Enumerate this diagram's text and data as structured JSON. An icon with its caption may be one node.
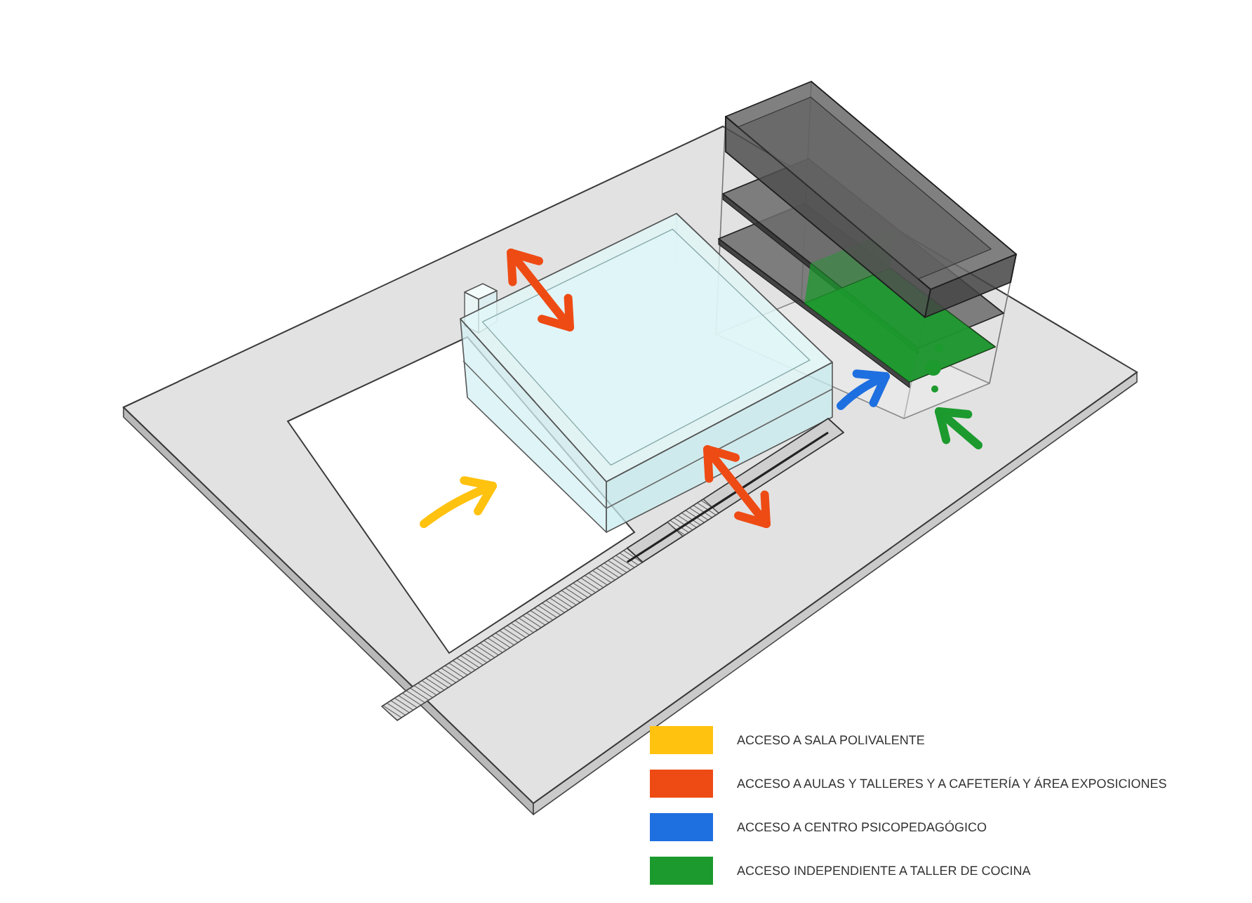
{
  "diagram": {
    "legend": [
      {
        "text": "ACCESO A SALA POLIVALENTE",
        "color": "#ffc20e"
      },
      {
        "text": "ACCESO A AULAS Y TALLERES Y A CAFETERÍA Y ÁREA EXPOSICIONES",
        "color": "#ee4b14"
      },
      {
        "text": "ACCESO A CENTRO PSICOPEDAGÓGICO",
        "color": "#1e6fe0"
      },
      {
        "text": "ACCESO INDEPENDIENTE A TALLER DE COCINA",
        "color": "#1c9a2e"
      }
    ]
  }
}
